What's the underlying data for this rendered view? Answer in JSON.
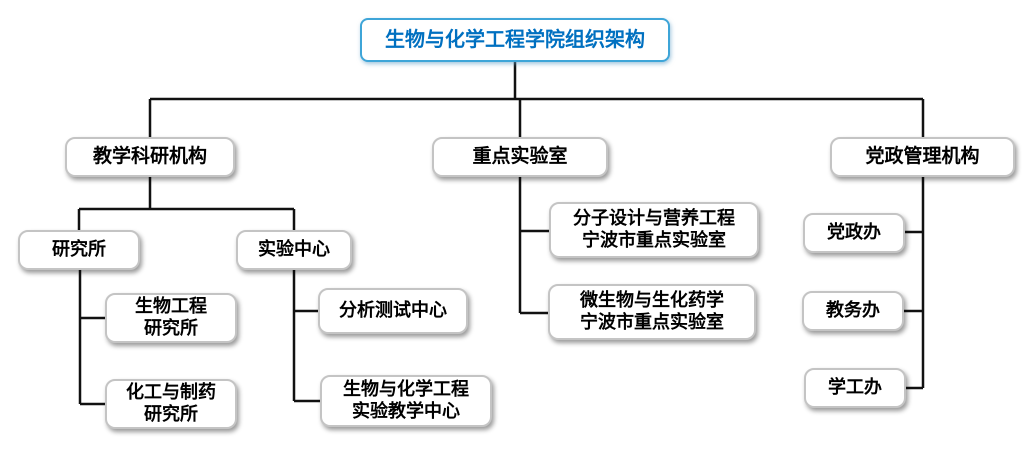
{
  "title": "生物与化学工程学院组织架构",
  "colors": {
    "title_text": "#0070C0",
    "title_border": "#3EA5D8",
    "node_border": "#C4C4C4",
    "node_text": "#000000",
    "connector": "#111111",
    "background": "#FFFFFF"
  },
  "tree": {
    "teaching": {
      "label": "教学科研机构",
      "institutes": {
        "label": "研究所",
        "children": [
          {
            "line1": "生物工程",
            "line2": "研究所"
          },
          {
            "line1": "化工与制药",
            "line2": "研究所"
          }
        ]
      },
      "centers": {
        "label": "实验中心",
        "children": [
          {
            "label": "分析测试中心"
          },
          {
            "line1": "生物与化学工程",
            "line2": "实验教学中心"
          }
        ]
      }
    },
    "labs": {
      "label": "重点实验室",
      "children": [
        {
          "line1": "分子设计与营养工程",
          "line2": "宁波市重点实验室"
        },
        {
          "line1": "微生物与生化药学",
          "line2": "宁波市重点实验室"
        }
      ]
    },
    "admin": {
      "label": "党政管理机构",
      "children": [
        {
          "label": "党政办"
        },
        {
          "label": "教务办"
        },
        {
          "label": "学工办"
        }
      ]
    }
  }
}
